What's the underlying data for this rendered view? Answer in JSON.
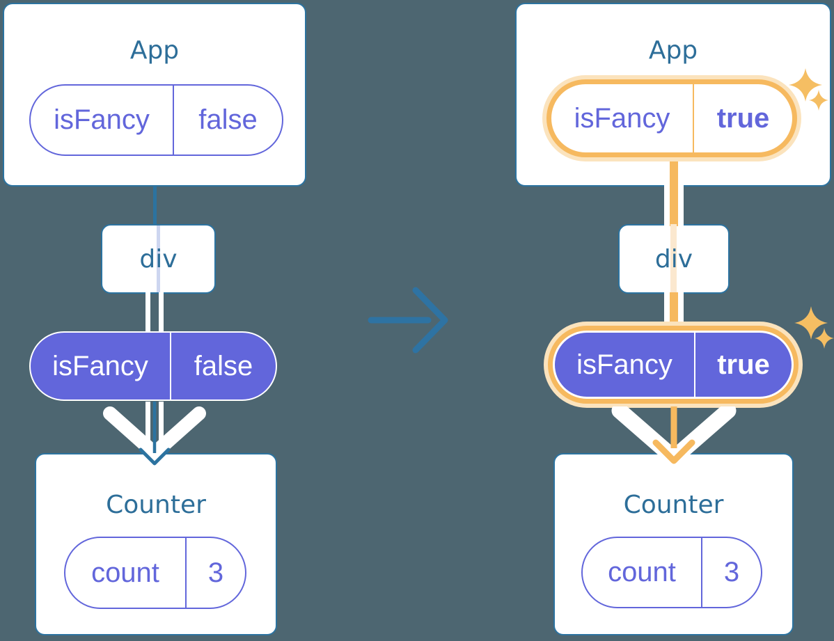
{
  "diagram": {
    "description": "Component tree diagram: state passed down before and after update",
    "colors": {
      "background": "#4D6671",
      "card_border": "#2C73A0",
      "heading_text": "#2D6E99",
      "purple": "#6266DB",
      "lavender_line": "#CDD6F0",
      "orange": "#F6B95F",
      "orange_glow": "#FBE3BD",
      "orange_faded": "#FBE8CF",
      "arrow_teal": "#2C73A0",
      "white": "#FFFFFF"
    },
    "icons": {
      "transition_arrow": "right-arrow",
      "flow_arrow": "down-arrow",
      "chevron": "down-chevron",
      "sparkle": "four-point-star"
    },
    "before": {
      "app": {
        "title": "App",
        "state": {
          "name": "isFancy",
          "value": "false"
        }
      },
      "container": {
        "label": "div"
      },
      "prop": {
        "name": "isFancy",
        "value": "false"
      },
      "counter": {
        "title": "Counter",
        "state": {
          "name": "count",
          "value": "3"
        }
      }
    },
    "after": {
      "app": {
        "title": "App",
        "state": {
          "name": "isFancy",
          "value": "true"
        }
      },
      "container": {
        "label": "div"
      },
      "prop": {
        "name": "isFancy",
        "value": "true"
      },
      "counter": {
        "title": "Counter",
        "state": {
          "name": "count",
          "value": "3"
        }
      }
    }
  }
}
